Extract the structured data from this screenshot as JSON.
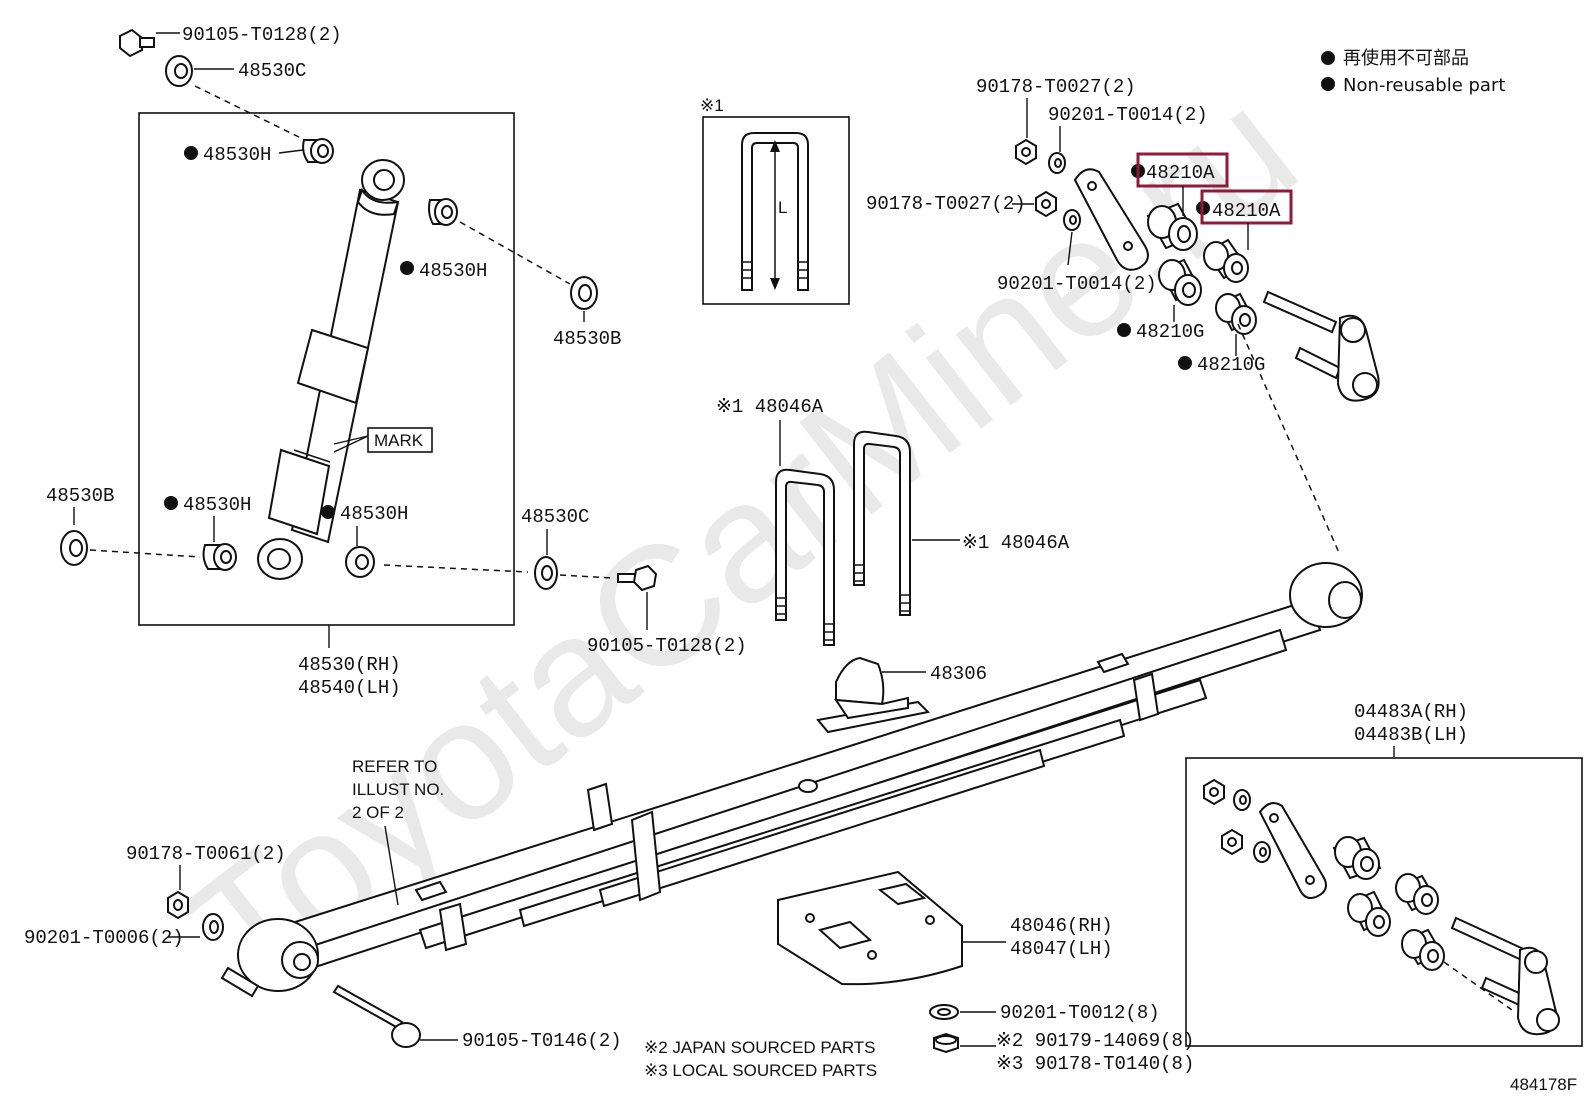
{
  "legend": {
    "ja": "再使用不可部品",
    "en": "Non-reusable part"
  },
  "watermark": "ToyotaCarMine.ru",
  "figure_id": "484178F",
  "notes": {
    "footnote_1_ref": "※1",
    "refer": [
      "REFER TO",
      "ILLUST NO.",
      "2 OF 2"
    ],
    "japan": "※2 JAPAN SOURCED PARTS",
    "local": "※3 LOCAL SOURCED PARTS",
    "mark": "MARK",
    "length_symbol": "L"
  },
  "parts": {
    "bolt_top": "90105-T0128(2)",
    "c_top": "48530C",
    "h1": "48530H",
    "h2": "48530H",
    "b_top": "48530B",
    "b_left": "48530B",
    "h3": "48530H",
    "h4": "48530H",
    "c_right": "48530C",
    "bolt_mid": "90105-T0128(2)",
    "assy_rh": "48530(RH)",
    "assy_lh": "48540(LH)",
    "nut_a": "90178-T0027(2)",
    "washer_a": "90201-T0014(2)",
    "nut_b": "90178-T0027(2)",
    "washer_b": "90201-T0014(2)",
    "bush_a1": "48210A",
    "bush_a2": "48210A",
    "bush_g1": "48210G",
    "bush_g2": "48210G",
    "ubolt_1": "※1 48046A",
    "ubolt_2": "※1 48046A",
    "bumper": "48306",
    "shackle_rh": "04483A(RH)",
    "shackle_lh": "04483B(LH)",
    "nut_c": "90178-T0061(2)",
    "washer_c": "90201-T0006(2)",
    "seat_rh": "48046(RH)",
    "seat_lh": "48047(LH)",
    "washer_d": "90201-T0012(8)",
    "nut_jp": "※2 90179-14069(8)",
    "nut_local": "※3 90178-T0140(8)",
    "bolt_front": "90105-T0146(2)"
  }
}
